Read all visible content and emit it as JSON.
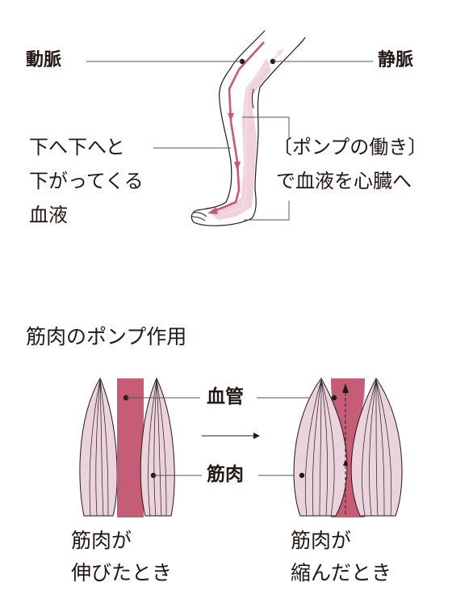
{
  "upper": {
    "artery_label": "動脈",
    "vein_label": "静脈",
    "left_text": [
      "下へ下へと",
      "下がってくる",
      "血液"
    ],
    "right_text": [
      "〔ポンプの働き〕",
      "で血液を心臓へ"
    ]
  },
  "lower": {
    "title": "筋肉のポンプ作用",
    "vessel_label": "血管",
    "muscle_label": "筋肉",
    "left_caption": [
      "筋肉が",
      "伸びたとき"
    ],
    "right_caption": [
      "筋肉が",
      "縮んだとき"
    ]
  },
  "colors": {
    "artery": "#c45a74",
    "vein_light": "#f0d1dc",
    "muscle_fill": "#ead3dd",
    "vessel": "#c65d76",
    "line": "#231815",
    "leader": "#555555"
  }
}
